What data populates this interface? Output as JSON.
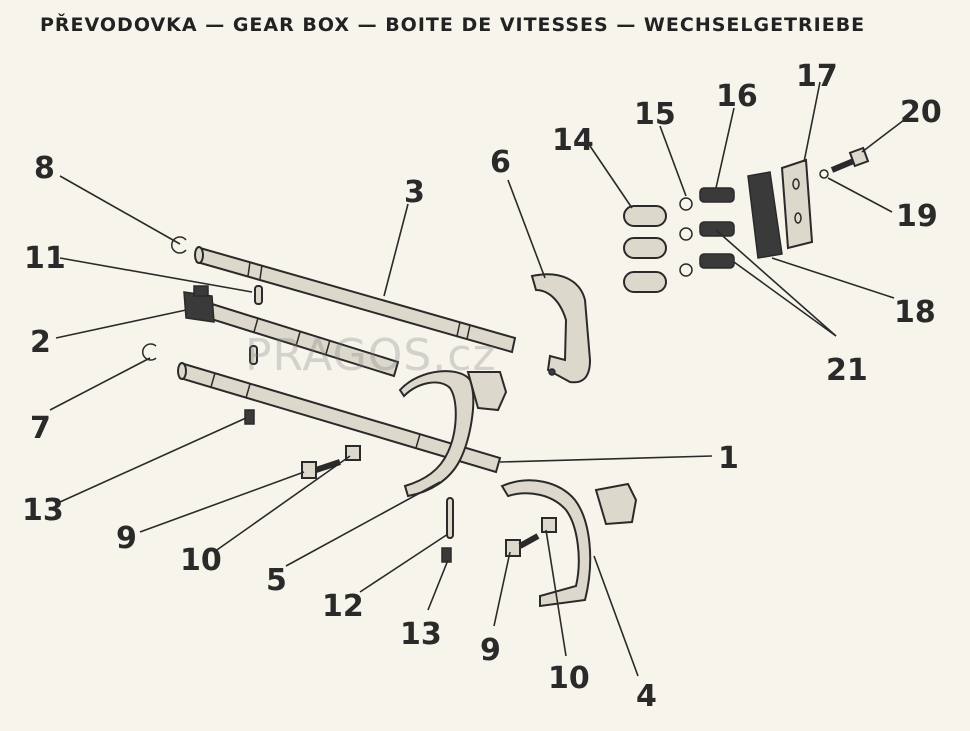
{
  "title": "PŘEVODOVKA — GEAR BOX — BOITE DE VITESSES — WECHSELGETRIEBE",
  "watermark": "PRAGOS.cz",
  "labels": {
    "n1": "1",
    "n2": "2",
    "n3": "3",
    "n4": "4",
    "n5": "5",
    "n6": "6",
    "n7": "7",
    "n8": "8",
    "n9a": "9",
    "n9b": "9",
    "n10a": "10",
    "n10b": "10",
    "n11": "11",
    "n12": "12",
    "n13a": "13",
    "n13b": "13",
    "n14": "14",
    "n15": "15",
    "n16": "16",
    "n17": "17",
    "n18": "18",
    "n19": "19",
    "n20": "20",
    "n21": "21"
  }
}
